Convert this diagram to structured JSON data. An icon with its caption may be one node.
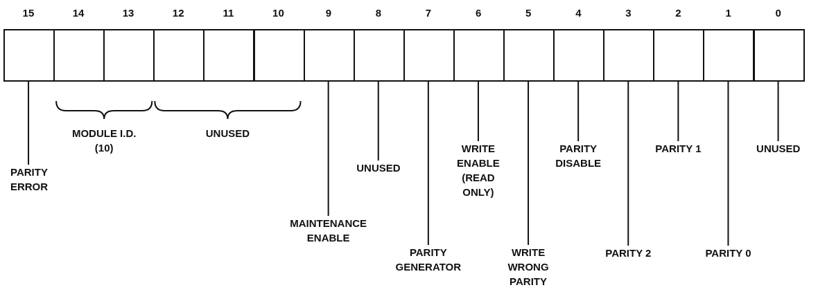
{
  "diagram": {
    "nodes": [
      {
        "text": [],
        "shape": "box"
      },
      {
        "text": [],
        "shape": "box"
      },
      {
        "text": [],
        "shape": "box"
      },
      {
        "text": [],
        "shape": "box"
      },
      {
        "text": [],
        "shape": "box"
      },
      {
        "text": [],
        "shape": "box"
      },
      {
        "text": [],
        "shape": "box"
      },
      {
        "text": [],
        "shape": "box"
      },
      {
        "text": [],
        "shape": "box"
      },
      {
        "text": [],
        "shape": "box"
      },
      {
        "text": [],
        "shape": "box"
      },
      {
        "text": [],
        "shape": "box"
      },
      {
        "text": [],
        "shape": "box"
      },
      {
        "text": [],
        "shape": "box"
      },
      {
        "text": [],
        "shape": "box"
      },
      {
        "text": [],
        "shape": "box"
      },
      {
        "text": [
          "PARITY ERROR"
        ]
      },
      {
        "text": [
          "MAINTENANCE ENABLE"
        ]
      },
      {
        "text": [
          "UNUSED"
        ]
      },
      {
        "text": [
          "PARITY GENERATOR"
        ]
      },
      {
        "text": [
          "WRITE ENABLE (READ ONLY)"
        ]
      },
      {
        "text": [
          "WRITE WRONG PARITY"
        ]
      },
      {
        "text": [
          "PARITY DISABLE"
        ]
      },
      {
        "text": [
          "PARITY 2"
        ]
      },
      {
        "text": [
          "PARITY 1"
        ]
      },
      {
        "text": [
          "PARITY 0"
        ]
      },
      {
        "text": [
          "UNUSED"
        ]
      }
    ],
    "edges": [
      {
        "from": 16,
        "to": 0,
        "arrow": "none"
      },
      {
        "from": 17,
        "to": 6,
        "arrow": "none"
      },
      {
        "from": 18,
        "to": 7,
        "arrow": "none"
      },
      {
        "from": 19,
        "to": 8,
        "arrow": "none"
      },
      {
        "from": 20,
        "to": 9,
        "arrow": "none"
      },
      {
        "from": 21,
        "to": 10,
        "arrow": "none"
      },
      {
        "from": 22,
        "to": 11,
        "arrow": "none"
      },
      {
        "from": 23,
        "to": 12,
        "arrow": "none"
      },
      {
        "from": 24,
        "to": 13,
        "arrow": "none"
      },
      {
        "from": 25,
        "to": 14,
        "arrow": "none"
      },
      {
        "from": 26,
        "to": 15,
        "arrow": "none"
      }
    ],
    "labels": [
      "15",
      "14",
      "13",
      "12",
      "11",
      "10",
      "9",
      "8",
      "7",
      "6",
      "5",
      "4",
      "3",
      "2",
      "1",
      "0",
      "MODULE I.D. (10)",
      "UNUSED"
    ]
  }
}
